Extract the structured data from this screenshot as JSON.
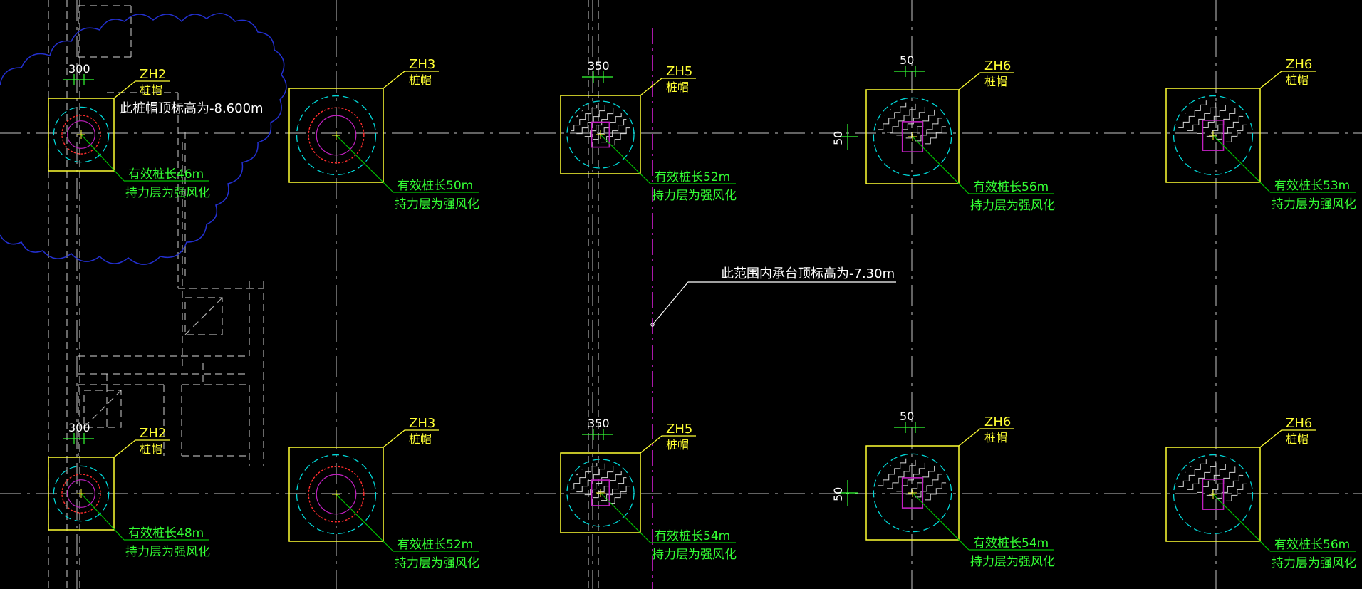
{
  "colors": {
    "background": "#000000",
    "axis": "#e6e6e6",
    "hidden": "#d8d8d8",
    "cloud": "#2330d0",
    "cap": "#ffff33",
    "leader": "#00c000",
    "label": "#33ff33",
    "dim": "#33ff33",
    "pile": "#00d8d8",
    "rebar": "#ff2d2d",
    "column": "#c020c0",
    "note": "#ffffff",
    "magenta": "#e020e0"
  },
  "notes": {
    "cap_elevation": "此桩帽顶标高为-8.600m",
    "range_elevation": "此范围内承台顶标高为-7.30m"
  },
  "bearing_text": "持力层为强风化",
  "caps": [
    {
      "id": "ZH2",
      "subtitle": "桩帽",
      "length": "有效桩长46m",
      "dim": "300",
      "hatch": false,
      "column": false
    },
    {
      "id": "ZH3",
      "subtitle": "桩帽",
      "length": "有效桩长50m",
      "dim": "",
      "hatch": false,
      "column": false
    },
    {
      "id": "ZH5",
      "subtitle": "桩帽",
      "length": "有效桩长52m",
      "dim": "350",
      "hatch": true,
      "column": true
    },
    {
      "id": "ZH6",
      "subtitle": "桩帽",
      "length": "有效桩长56m",
      "dim": "50",
      "side_dim": "50",
      "hatch": true,
      "column": true
    },
    {
      "id": "ZH6",
      "subtitle": "桩帽",
      "length": "有效桩长53m",
      "dim": "",
      "hatch": true,
      "column": true
    },
    {
      "id": "ZH2",
      "subtitle": "桩帽",
      "length": "有效桩长48m",
      "dim": "300",
      "hatch": false,
      "column": false
    },
    {
      "id": "ZH3",
      "subtitle": "桩帽",
      "length": "有效桩长52m",
      "dim": "",
      "hatch": false,
      "column": false
    },
    {
      "id": "ZH5",
      "subtitle": "桩帽",
      "length": "有效桩长54m",
      "dim": "350",
      "hatch": true,
      "column": true
    },
    {
      "id": "ZH6",
      "subtitle": "桩帽",
      "length": "有效桩长54m",
      "dim": "50",
      "side_dim": "50",
      "hatch": true,
      "column": true
    },
    {
      "id": "ZH6",
      "subtitle": "桩帽",
      "length": "有效桩长56m",
      "dim": "",
      "hatch": true,
      "column": true
    }
  ]
}
